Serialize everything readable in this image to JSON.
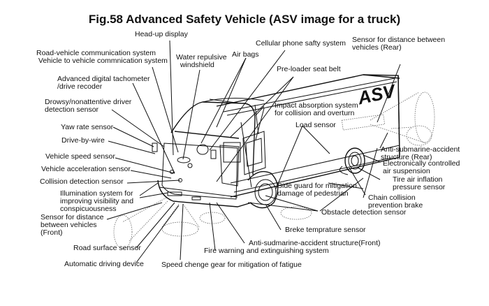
{
  "title": "Fig.58 Advanced Safety Vehicle (ASV image for a truck)",
  "logo_text": "ASV",
  "labels": {
    "head_up_display": "Head-up display",
    "road_vehicle_comm": "Road-vehicle communication system\n Vehicle to vehicle commnication system",
    "water_repulsive": "Water repulsive\n  windshield",
    "air_bags": "Air bags",
    "cellular_phone": "Cellular phone safty system",
    "sensor_rear": "Sensor for distance between\nvehicles (Rear)",
    "tachometer": "Advanced digital tachometer\n/drive recoder",
    "preloader": "Pre-loader seat belt",
    "drowsy": "Drowsy/nonattentive driver\ndetection sensor",
    "impact_absorption": "Impact absorption system\nfor collision and overturn",
    "yaw_rate": "Yaw rate sensor",
    "load_sensor": "Load sensor",
    "drive_by_wire": "Drive-by-wire",
    "vehicle_speed": "Vehicle speed sensor",
    "anti_sub_rear": "Anti-submarine-accident\nstructure (Rear)",
    "vehicle_accel": "Vehicle acceleration sensor",
    "air_suspension": "Electronically controlled\nair suspension",
    "collision_detect": "Collision detection sensor",
    "tire_pressure": "Tire air inflation\npressure sensor",
    "illumination": "Illumination system for\nimproving visibility and\nconspicuousness",
    "side_guard": "Side guard for mitigation\ndamage of pedestrian",
    "chain_collision": "Chain collision\nprevention brake",
    "obstacle_detect": "Obstacle detection sensor",
    "sensor_front": "Sensor for distance\nbetween vehicles\n(Front)",
    "brake_temp": "Breke temprature sensor",
    "anti_sub_front": "Anti-sudmarine-accident structure(Front)",
    "road_surface": "Road surface sensor",
    "fire_warning": "Fire warning and extinguishing system",
    "auto_driving": "Automatic driving device",
    "speed_change": "Speed chenge gear for mitigation of fatigue"
  }
}
